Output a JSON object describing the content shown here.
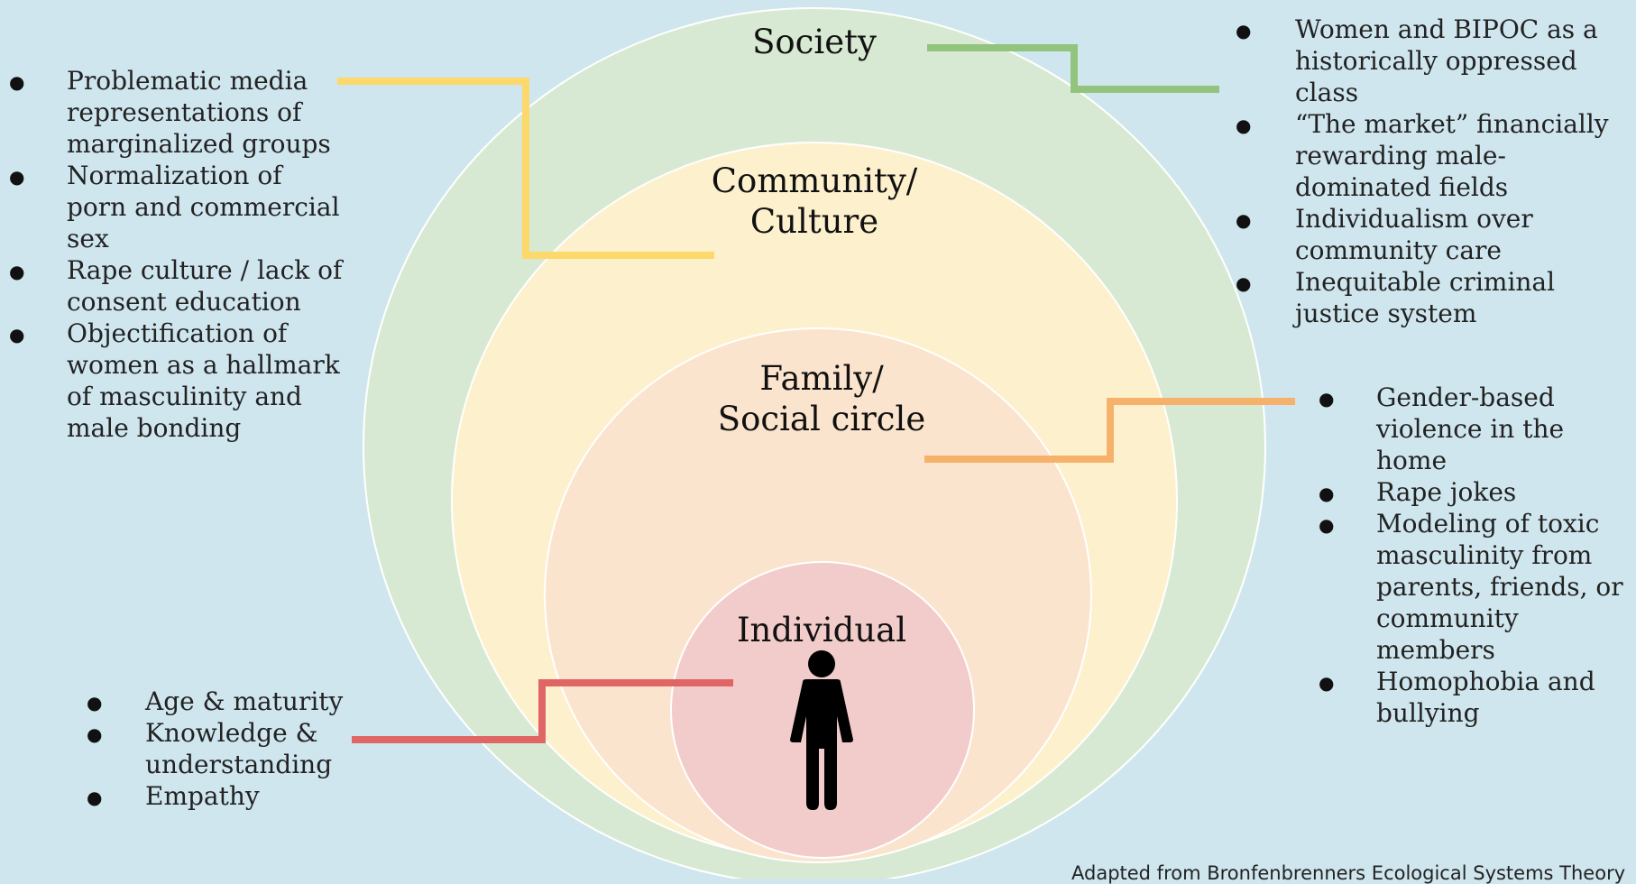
{
  "levels": {
    "society": "Society",
    "community": [
      "Community/",
      "Culture"
    ],
    "family": [
      "Family/",
      "Social circle"
    ],
    "individual": "Individual"
  },
  "lists": {
    "society_left": [
      "Problematic media representations of marginalized groups",
      "Normalization of porn and commercial sex",
      "Rape culture / lack of consent education",
      "Objectification of women as a hallmark of masculinity and male bonding"
    ],
    "society_right": [
      "Women and BIPOC as a historically oppressed class",
      "“The market” financially rewarding male-dominated fields",
      "Individualism over community care",
      "Inequitable criminal justice system"
    ],
    "family": [
      "Gender-based violence in the home",
      "Rape jokes",
      "Modeling of toxic masculinity from parents, friends, or community members",
      "Homophobia and bullying"
    ],
    "individual": [
      "Age & maturity",
      "Knowledge & understanding",
      "Empathy"
    ]
  },
  "caption": "Adapted from Bronfenbrenners Ecological Systems Theory",
  "icons": {
    "person": "person-icon"
  },
  "colors": {
    "background": "#cfe6ee",
    "society_circle": "#d8e9d3",
    "community_circle": "#fdf0cd",
    "family_circle": "#fbe4cd",
    "individual_circle": "#f2ccca",
    "connector_yellow": "#fdd86a",
    "connector_green": "#93c47d",
    "connector_orange": "#f6b26b",
    "connector_red": "#e06666"
  }
}
